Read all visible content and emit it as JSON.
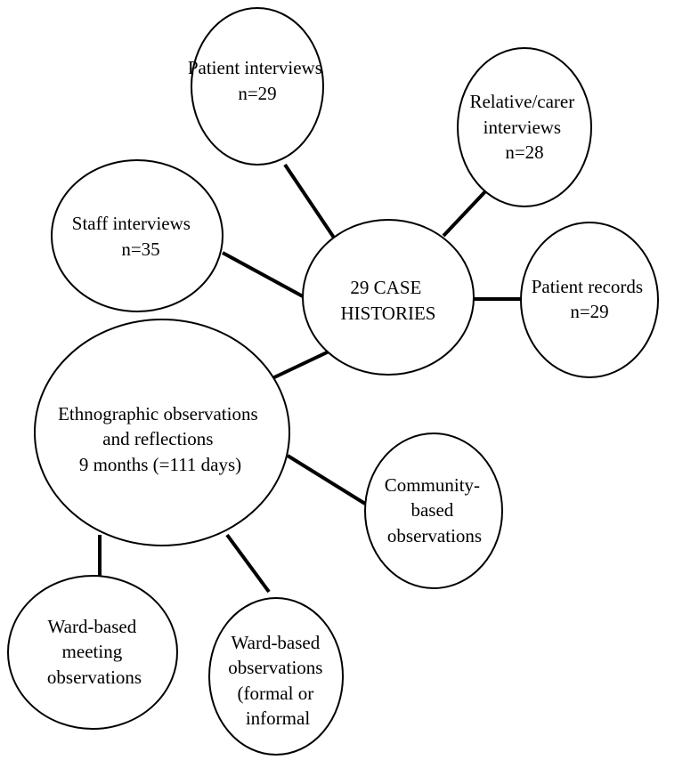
{
  "diagram": {
    "center": {
      "lines": [
        "29 CASE",
        "HISTORIES"
      ]
    },
    "nodes": [
      {
        "id": "patient-interviews",
        "lines": [
          "Patient interviews",
          "n=29"
        ]
      },
      {
        "id": "relative-carer-interviews",
        "lines": [
          "Relative/carer",
          "interviews",
          "n=28"
        ]
      },
      {
        "id": "staff-interviews",
        "lines": [
          "Staff interviews",
          "n=35"
        ]
      },
      {
        "id": "patient-records",
        "lines": [
          "Patient records",
          "n=29"
        ]
      },
      {
        "id": "ethnographic-observations",
        "lines": [
          "Ethnographic observations",
          "and reflections",
          "9 months (=111 days)"
        ]
      },
      {
        "id": "community-based-observations",
        "lines": [
          "Community-",
          "based",
          "observations"
        ]
      },
      {
        "id": "ward-based-meeting-observations",
        "lines": [
          "Ward-based",
          "meeting",
          "observations"
        ]
      },
      {
        "id": "ward-based-observations",
        "lines": [
          "Ward-based",
          "observations",
          "(formal or",
          "informal"
        ]
      }
    ]
  }
}
